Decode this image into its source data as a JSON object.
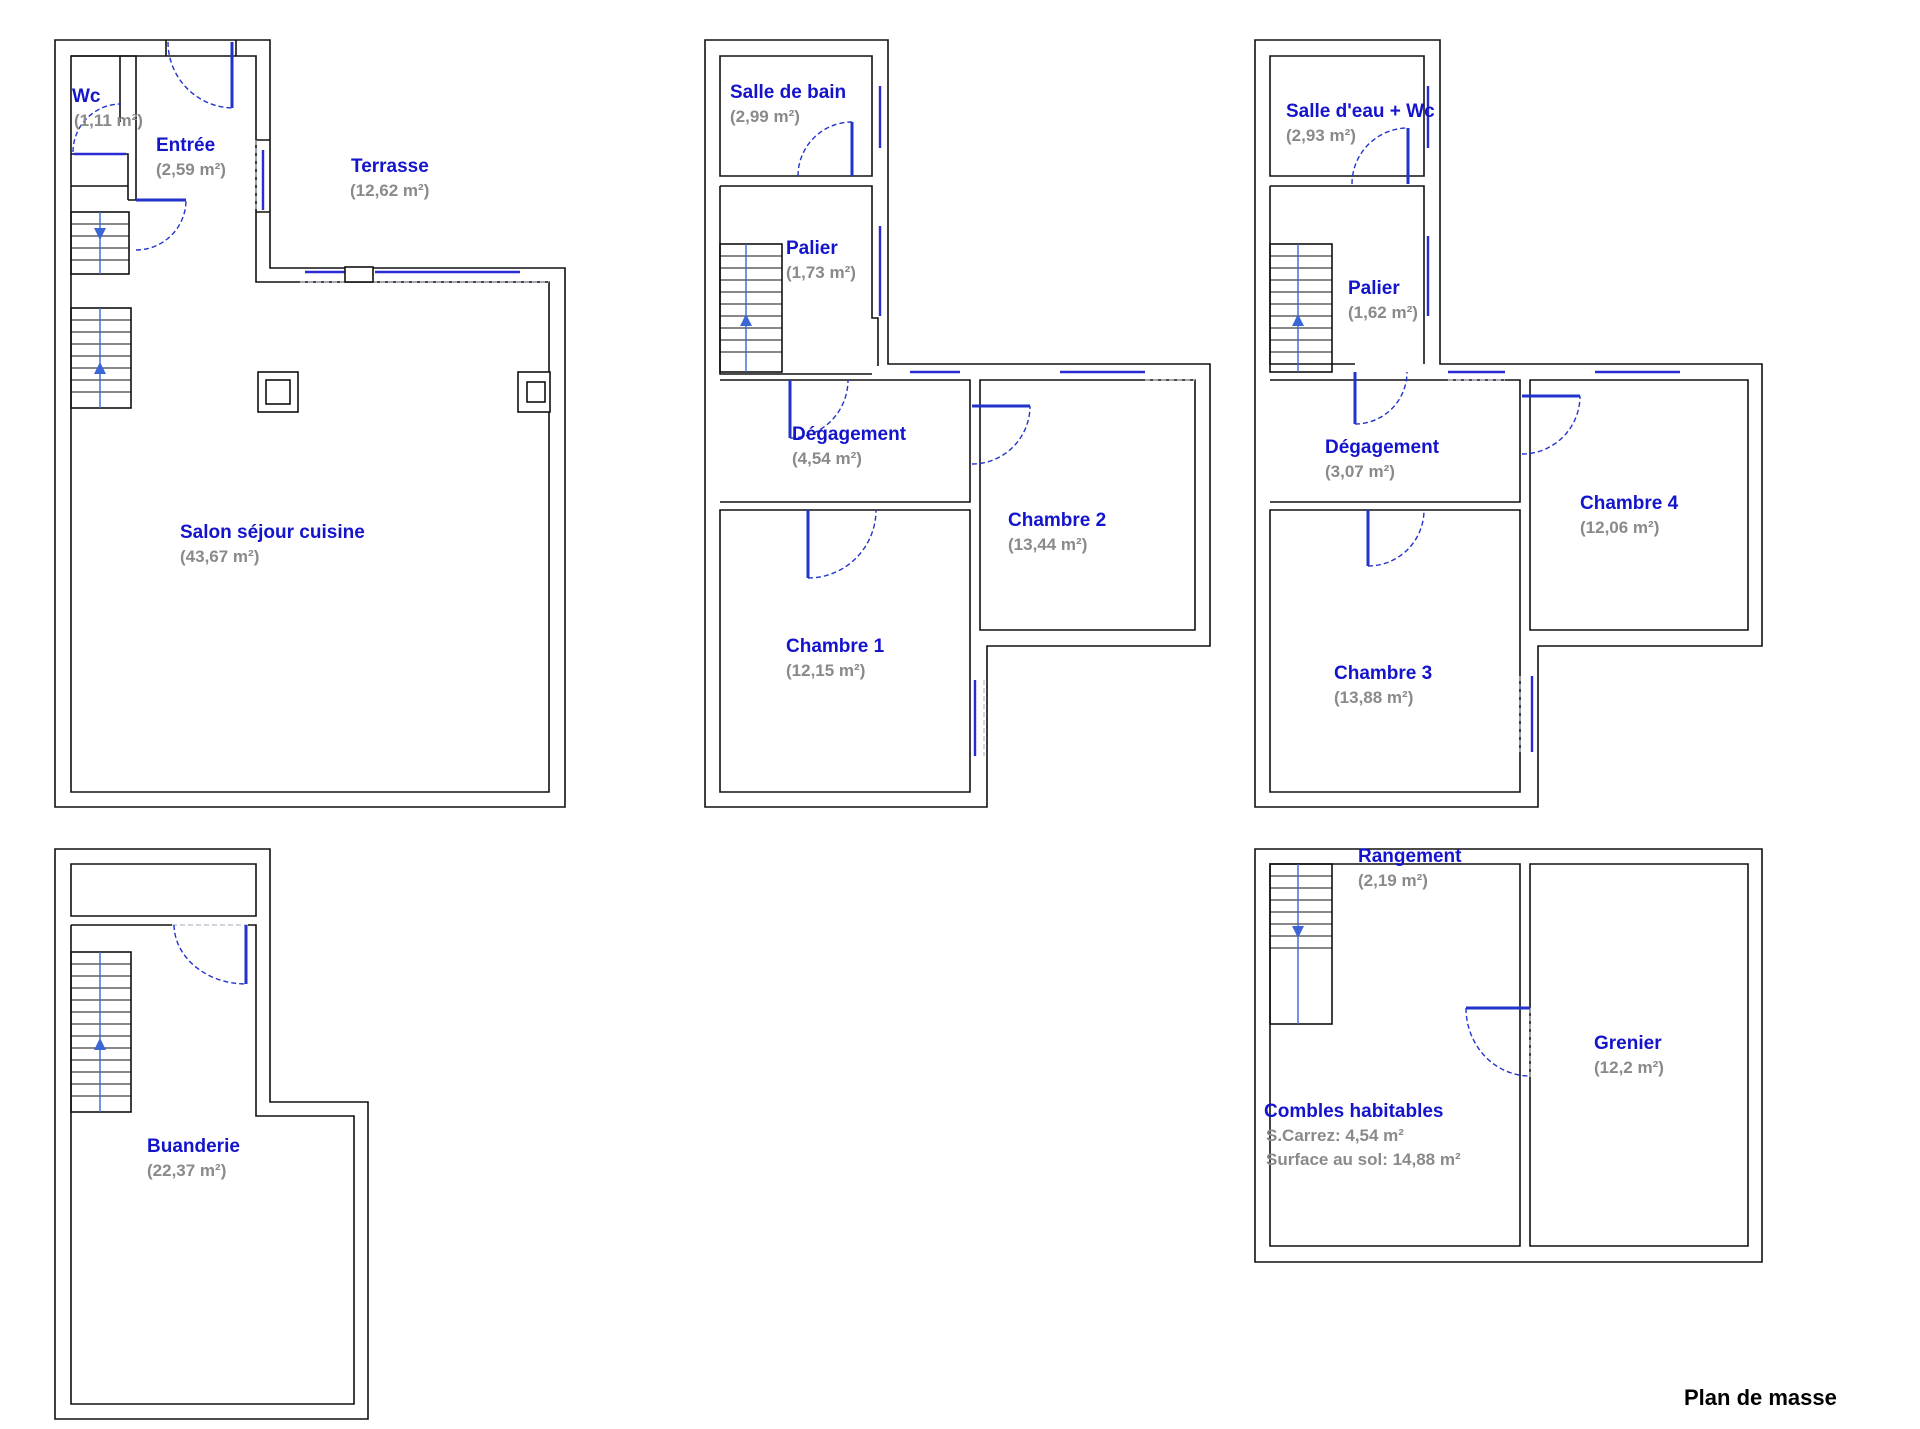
{
  "title": "Plan de masse",
  "colors": {
    "wall": "#111111",
    "room_name": "#1414cc",
    "room_area": "#8a8a8a",
    "opening": "#2b2bd6",
    "stair_arrow": "#3a66d6"
  },
  "floors": [
    {
      "rooms": [
        {
          "name": "Wc",
          "area": "(1,11 m²)"
        },
        {
          "name": "Entrée",
          "area": "(2,59 m²)"
        },
        {
          "name": "Terrasse",
          "area": "(12,62 m²)"
        },
        {
          "name": "Salon séjour cuisine",
          "area": "(43,67 m²)"
        }
      ]
    },
    {
      "rooms": [
        {
          "name": "Salle de bain",
          "area": "(2,99 m²)"
        },
        {
          "name": "Palier",
          "area": "(1,73 m²)"
        },
        {
          "name": "Dégagement",
          "area": "(4,54 m²)"
        },
        {
          "name": "Chambre 2",
          "area": "(13,44 m²)"
        },
        {
          "name": "Chambre 1",
          "area": "(12,15 m²)"
        }
      ]
    },
    {
      "rooms": [
        {
          "name": "Salle d'eau + Wc",
          "area": "(2,93 m²)"
        },
        {
          "name": "Palier",
          "area": "(1,62 m²)"
        },
        {
          "name": "Dégagement",
          "area": "(3,07 m²)"
        },
        {
          "name": "Chambre 4",
          "area": "(12,06 m²)"
        },
        {
          "name": "Chambre 3",
          "area": "(13,88 m²)"
        }
      ]
    },
    {
      "rooms": [
        {
          "name": "Buanderie",
          "area": "(22,37 m²)"
        }
      ]
    },
    {
      "rooms": [
        {
          "name": "Rangement",
          "area": "(2,19 m²)"
        },
        {
          "name": "Grenier",
          "area": "(12,2 m²)"
        },
        {
          "name": "Combles habitables",
          "area": "S.Carrez: 4,54 m²",
          "area2": "Surface au sol: 14,88 m²"
        }
      ]
    }
  ]
}
